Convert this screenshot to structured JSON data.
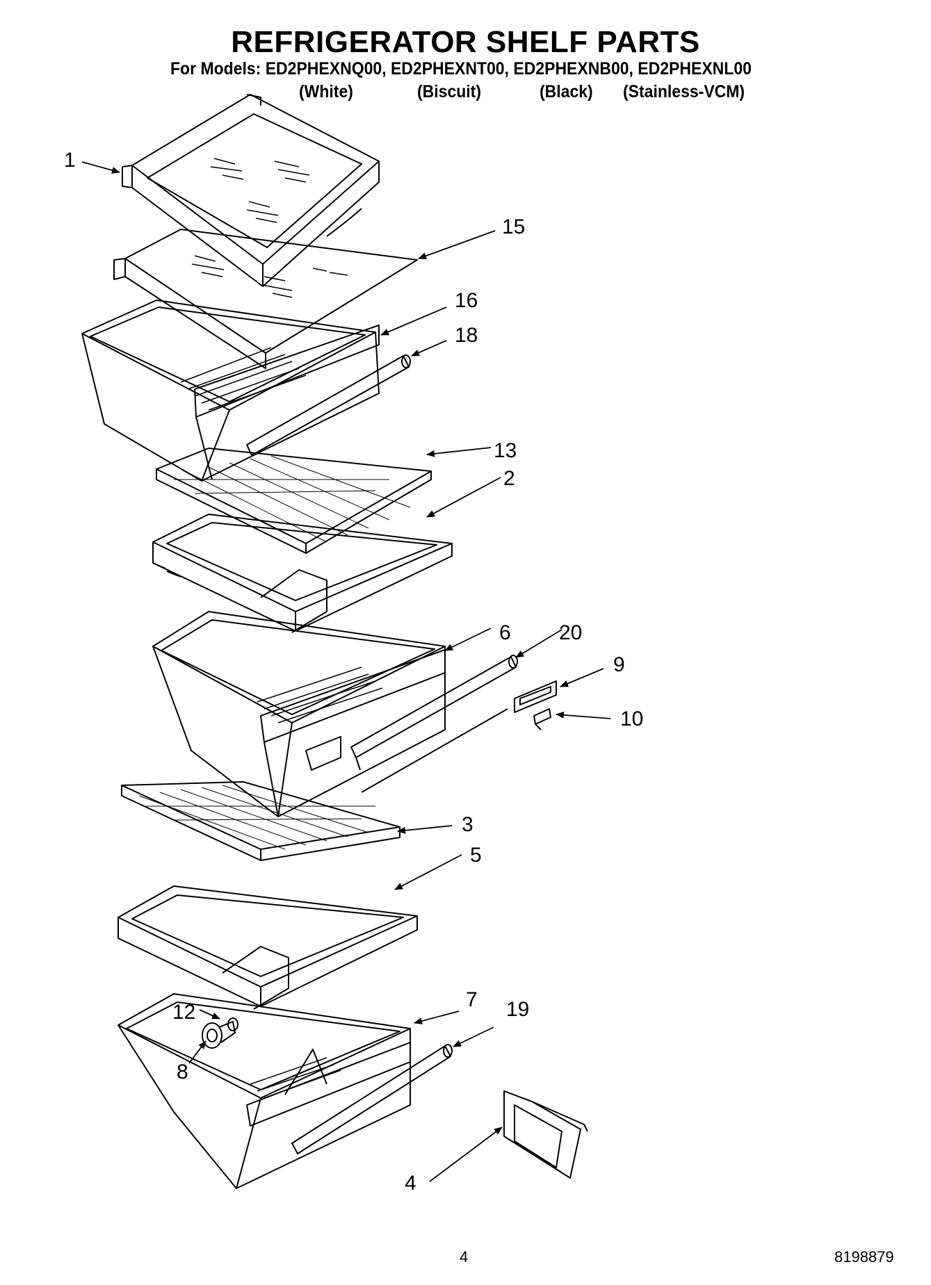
{
  "title": "REFRIGERATOR SHELF PARTS",
  "models_line": "For Models: ED2PHEXNQ00, ED2PHEXNT00, ED2PHEXNB00, ED2PHEXNL00",
  "variants": [
    "(White)",
    "(Biscuit)",
    "(Black)",
    "(Stainless-VCM)"
  ],
  "callouts": [
    "1",
    "15",
    "16",
    "18",
    "13",
    "2",
    "6",
    "20",
    "9",
    "10",
    "3",
    "5",
    "12",
    "7",
    "19",
    "8",
    "4"
  ],
  "page_number": "4",
  "document_number": "8198879"
}
